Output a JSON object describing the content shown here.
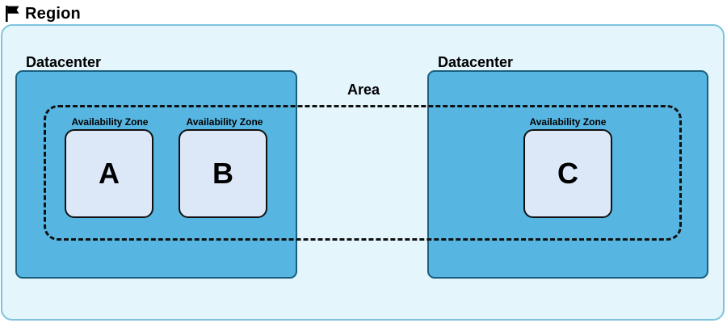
{
  "region": {
    "title": "Region",
    "icon": "flag-icon"
  },
  "datacenters": [
    {
      "title": "Datacenter"
    },
    {
      "title": "Datacenter"
    }
  ],
  "area": {
    "title": "Area"
  },
  "availability_zones": [
    {
      "title": "Availability Zone",
      "letter": "A"
    },
    {
      "title": "Availability Zone",
      "letter": "B"
    },
    {
      "title": "Availability Zone",
      "letter": "C"
    }
  ],
  "colors": {
    "region_fill": "#e4f5fc",
    "region_border": "#7ec4df",
    "datacenter_fill": "#56b5e1",
    "datacenter_border": "#1a5f7e",
    "zone_fill": "#dce8f8",
    "outline": "#111111"
  }
}
